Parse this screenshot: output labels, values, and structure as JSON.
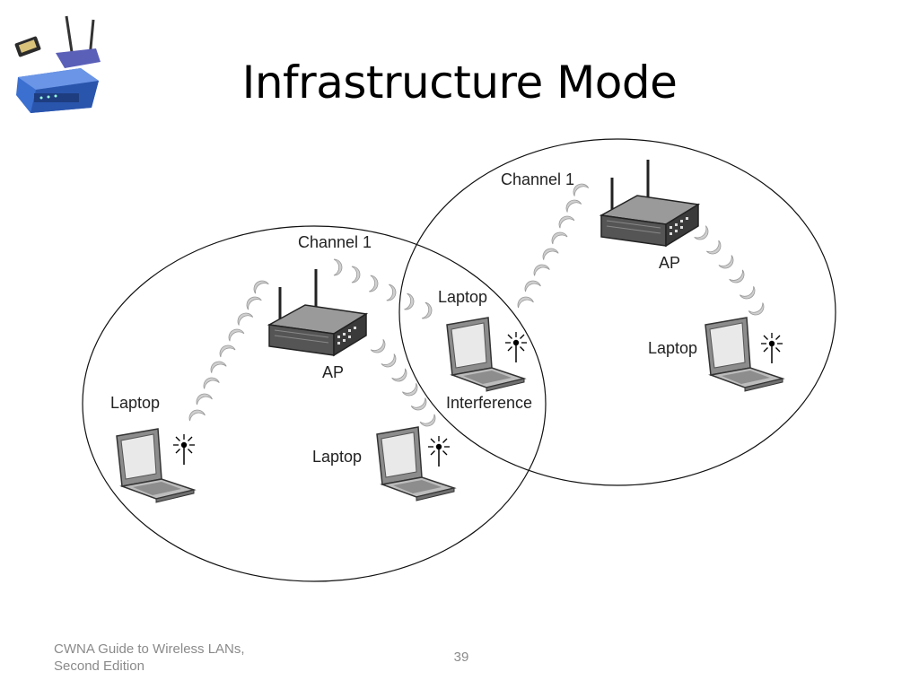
{
  "slide": {
    "title": "Infrastructure Mode",
    "footer": "CWNA Guide to Wireless LANs, Second Edition",
    "page_number": "39"
  },
  "diagram": {
    "left_bss": {
      "channel": "Channel 1",
      "ap": "AP",
      "laptop_left": "Laptop",
      "laptop_bottom": "Laptop"
    },
    "right_bss": {
      "channel": "Channel 1",
      "ap": "AP",
      "laptop": "Laptop"
    },
    "overlap": {
      "laptop": "Laptop",
      "interference": "Interference"
    }
  },
  "icons": [
    "wireless-router-logo-icon",
    "access-point-icon",
    "laptop-icon",
    "radio-wave-icon",
    "antenna-burst-icon"
  ]
}
